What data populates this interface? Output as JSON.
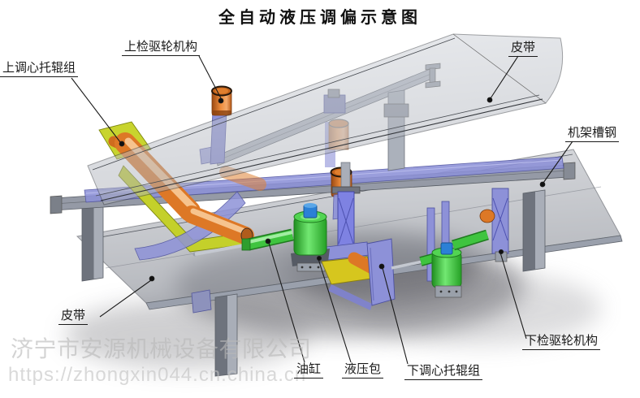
{
  "title": "全自动液压调偏示意图",
  "labels": {
    "upper_drive_wheel": "上检驱轮机构",
    "upper_aligning_idler": "上调心托辊组",
    "belt_top": "皮带",
    "frame_channel": "机架槽钢",
    "belt_bottom": "皮带",
    "oil_cylinder": "油缸",
    "hydraulic_pack": "液压包",
    "lower_aligning_idler": "下调心托辊组",
    "lower_drive_wheel": "下检驱轮机构"
  },
  "watermark": {
    "company": "济宁市安源机械设备有限公司",
    "url": "https://zhongxin044.cn.china.cn"
  },
  "colors": {
    "roller_orange": "#dd7826",
    "hydraulic_green": "#3fc43f",
    "bracket_purple": "#8d91d8",
    "frame_gray": "#959aa6",
    "plate_yellow": "#d6c61e",
    "cap_blue": "#2b80d6",
    "belt_translucent_gray": "#c6cad1",
    "label_black": "#1a1a1a",
    "watermark_gray": "#bdbdbd"
  }
}
